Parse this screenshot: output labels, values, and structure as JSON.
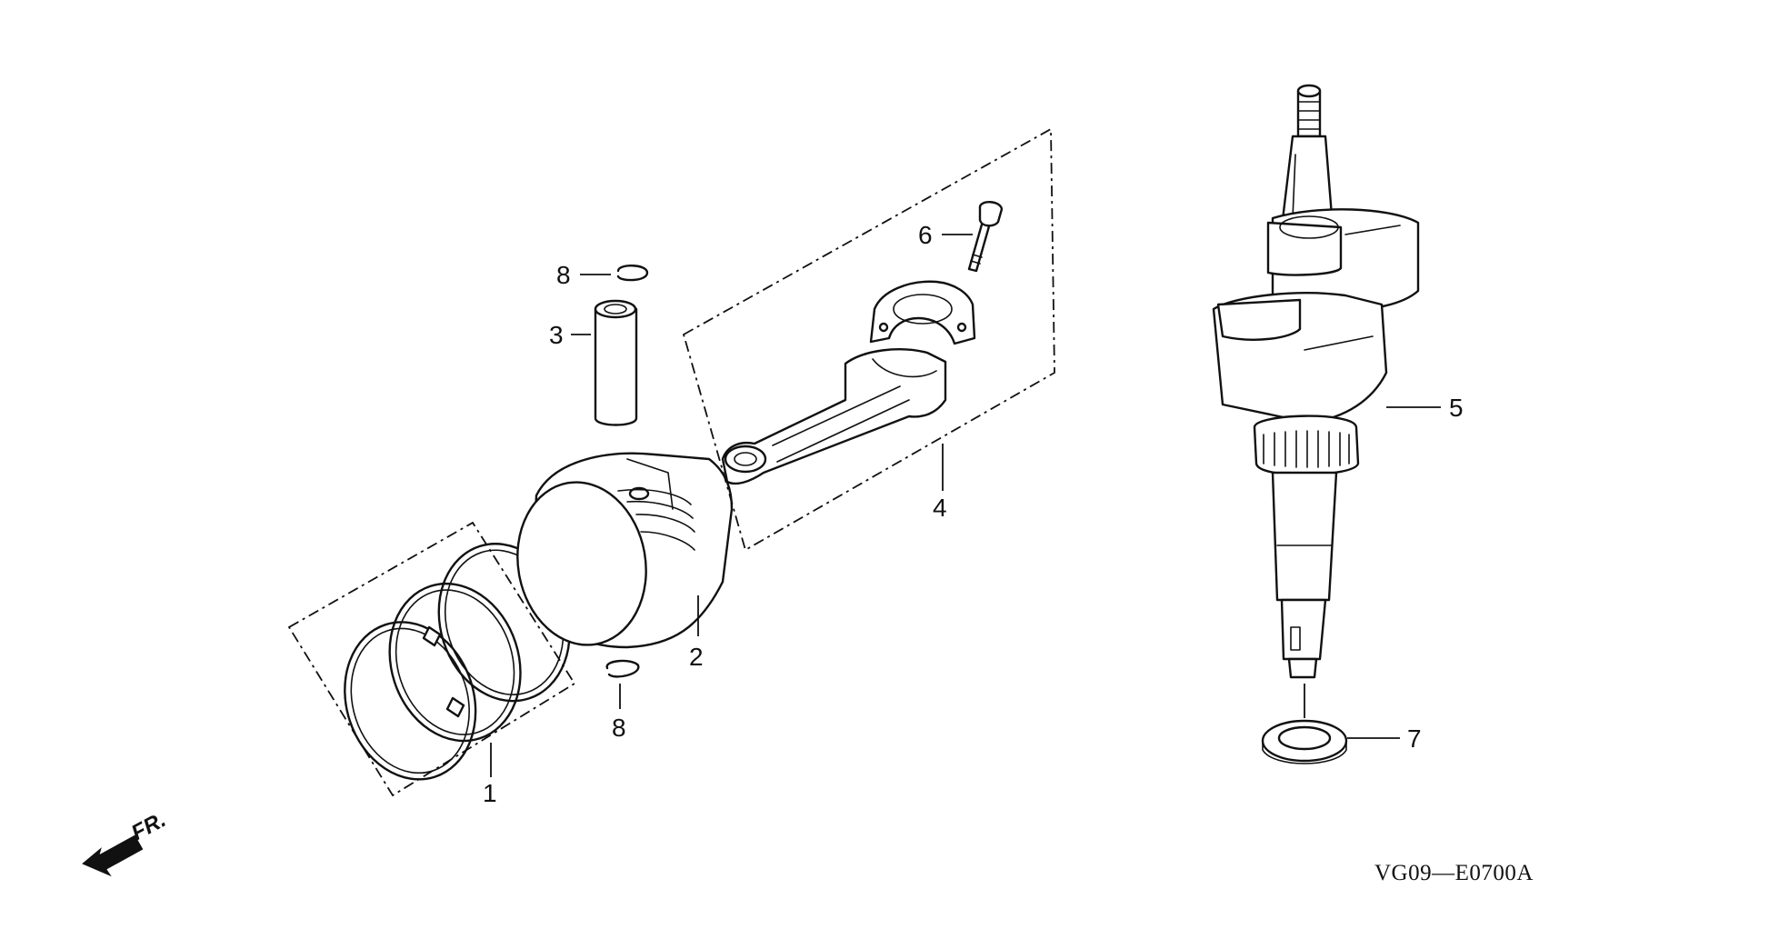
{
  "diagram": {
    "drawing_code": "VG09—E0700A",
    "direction_label": "FR.",
    "callouts": [
      {
        "id": "c1",
        "label": "1"
      },
      {
        "id": "c2",
        "label": "2"
      },
      {
        "id": "c3",
        "label": "3"
      },
      {
        "id": "c4",
        "label": "4"
      },
      {
        "id": "c5",
        "label": "5"
      },
      {
        "id": "c6",
        "label": "6"
      },
      {
        "id": "c7",
        "label": "7"
      },
      {
        "id": "c8a",
        "label": "8"
      },
      {
        "id": "c8b",
        "label": "8"
      }
    ]
  }
}
